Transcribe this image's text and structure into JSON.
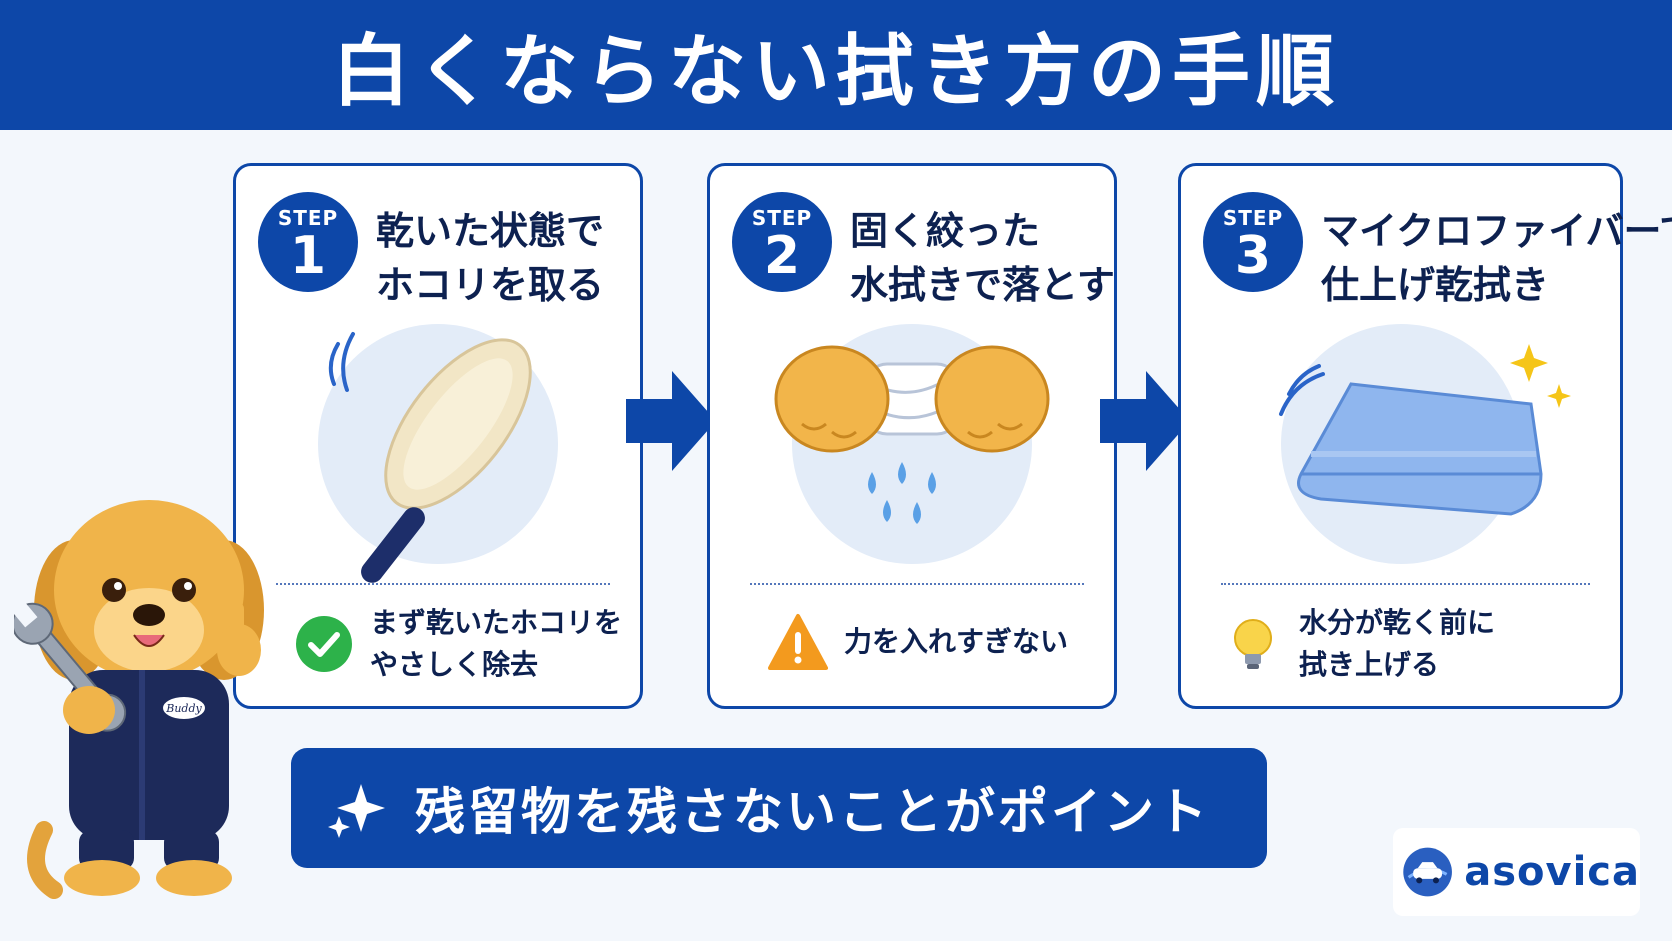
{
  "header": {
    "title": "白くならない拭き方の手順"
  },
  "steps": [
    {
      "step_label": "STEP",
      "number": "1",
      "title_line1": "乾いた状態で",
      "title_line2": "ホコリを取る",
      "illustration_icon": "duster-icon",
      "tip_icon": "check-circle-icon",
      "tip_line1": "まず乾いたホコリを",
      "tip_line2": "やさしく除去"
    },
    {
      "step_label": "STEP",
      "number": "2",
      "title_line1": "固く絞った",
      "title_line2": "水拭きで落とす",
      "illustration_icon": "wringing-cloth-icon",
      "tip_icon": "warning-icon",
      "tip_line1": "力を入れすぎない",
      "tip_line2": ""
    },
    {
      "step_label": "STEP",
      "number": "3",
      "title_line1": "マイクロファイバーで",
      "title_line2": "仕上げ乾拭き",
      "illustration_icon": "microfiber-towel-icon",
      "tip_icon": "lightbulb-icon",
      "tip_line1": "水分が乾く前に",
      "tip_line2": "拭き上げる"
    }
  ],
  "banner": {
    "text": "残留物を残さないことがポイント",
    "icon": "sparkle-icon"
  },
  "mascot": {
    "icon": "mechanic-dog-icon",
    "name_patch": "Buddy"
  },
  "logo": {
    "text": "asovica",
    "icon": "car-logo-icon"
  },
  "colors": {
    "primary": "#0d47a8",
    "background": "#f3f7fc",
    "card_bg": "#ffffff",
    "text_dark": "#0d2150",
    "success": "#2db24a",
    "warning": "#f39a1e"
  }
}
